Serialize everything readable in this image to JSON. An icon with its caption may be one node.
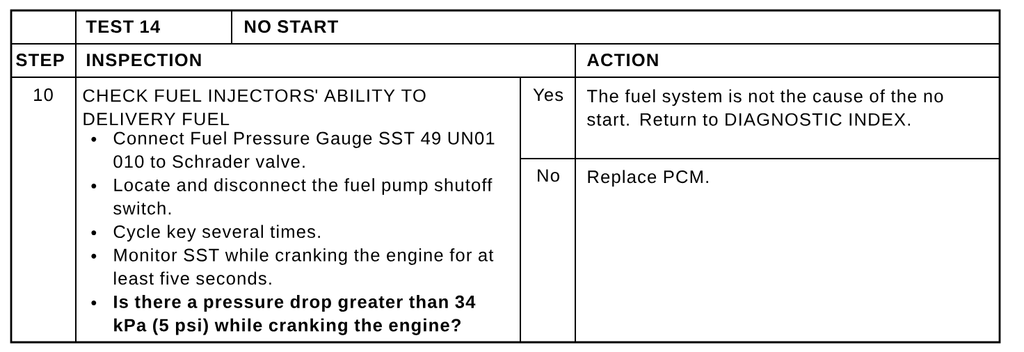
{
  "diagram": {
    "labels": [
      "TEST 14",
      "NO START",
      "STEP",
      "INSPECTION",
      "ACTION",
      "10",
      "CHECK FUEL INJECTORS' ABILITY TO DELIVERY FUEL",
      "Connect Fuel Pressure Gauge SST 49 UN01 010 to Schrader valve.",
      "Locate and disconnect the fuel pump shutoff switch.",
      "Cycle key several times.",
      "Monitor SST while cranking the engine for at least five seconds.",
      "Is there a pressure drop greater than 34 kPa (5 psi) while cranking the engine?",
      "Yes",
      "The fuel system is not the cause of the no start. Return to DIAGNOSTIC INDEX.",
      "No",
      "Replace PCM."
    ]
  }
}
